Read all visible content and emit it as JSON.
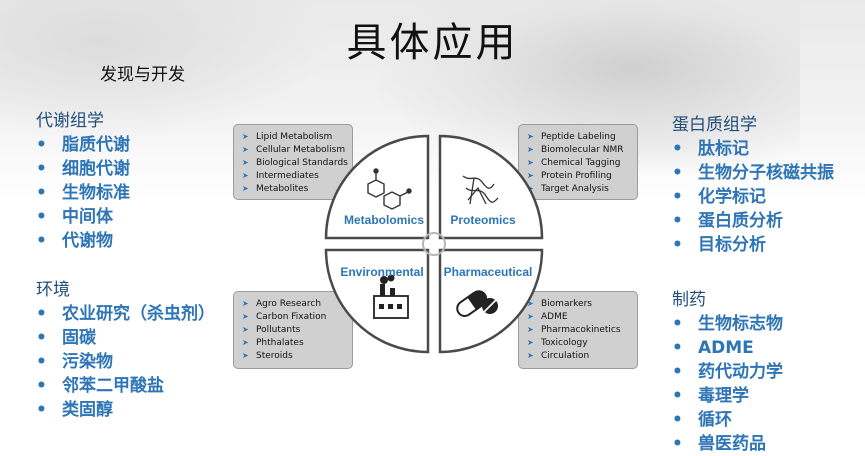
{
  "title": "具体应用",
  "subtitle": "发现与开发",
  "sections": {
    "metabolomics": {
      "heading": "代谢组学",
      "items": [
        "脂质代谢",
        "细胞代谢",
        "生物标准",
        "中间体",
        "代谢物"
      ]
    },
    "environment": {
      "heading": "环境",
      "items": [
        "农业研究（杀虫剂）",
        "固碳",
        "污染物",
        "邻苯二甲酸盐",
        "类固醇"
      ]
    },
    "proteomics": {
      "heading": "蛋白质组学",
      "items": [
        "肽标记",
        "生物分子核磁共振",
        "化学标记",
        "蛋白质分析",
        "目标分析"
      ]
    },
    "pharma": {
      "heading": "制药",
      "items": [
        "生物标志物",
        "ADME",
        "药代动力学",
        "毒理学",
        "循环",
        "兽医药品"
      ]
    }
  },
  "boxes": {
    "tl": [
      "Lipid Metabolism",
      "Cellular Metabolism",
      "Biological Standards",
      "Intermediates",
      "Metabolites"
    ],
    "tr": [
      "Peptide Labeling",
      "Biomolecular NMR",
      "Chemical Tagging",
      "Protein Profiling",
      "Target Analysis"
    ],
    "bl": [
      "Agro Research",
      "Carbon Fixation",
      "Pollutants",
      "Phthalates",
      "Steroids"
    ],
    "br": [
      "Biomarkers",
      "ADME",
      "Pharmacokinetics",
      "Toxicology",
      "Circulation"
    ]
  },
  "quadrants": {
    "tl": "Metabolomics",
    "tr": "Proteomics",
    "bl": "Environmental",
    "br": "Pharmaceutical"
  },
  "colors": {
    "accent_dark": "#1f4e79",
    "accent": "#2e75b6",
    "box_bg": "#d0d0d0"
  },
  "icons": {
    "tl": "molecule-icon",
    "tr": "protein-structure-icon",
    "bl": "factory-icon",
    "br": "pill-icon"
  }
}
